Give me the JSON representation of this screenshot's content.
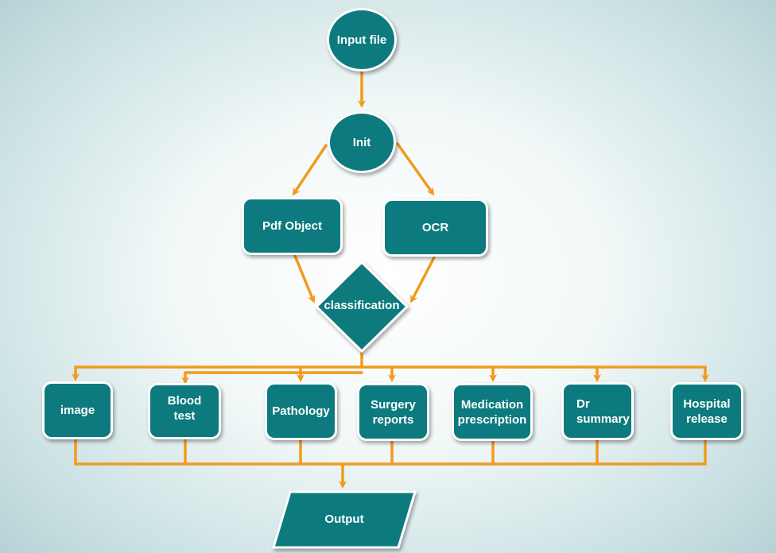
{
  "colors": {
    "node_fill": "#0c7a7e",
    "node_border": "#ffffff",
    "connector": "#f39a1b",
    "text": "#ffffff"
  },
  "nodes": {
    "input_file": "Input file",
    "init": "Init",
    "pdf_object": "Pdf Object",
    "ocr": "OCR",
    "classification": "classification",
    "image": "image",
    "blood_test": "Blood\ntest",
    "pathology": "Pathology",
    "surgery_reports": "Surgery\nreports",
    "medication_prescription": "Medication\nprescription",
    "dr_summary": "Dr\nsummary",
    "hospital_release": "Hospital\nrelease",
    "output": "Output"
  }
}
